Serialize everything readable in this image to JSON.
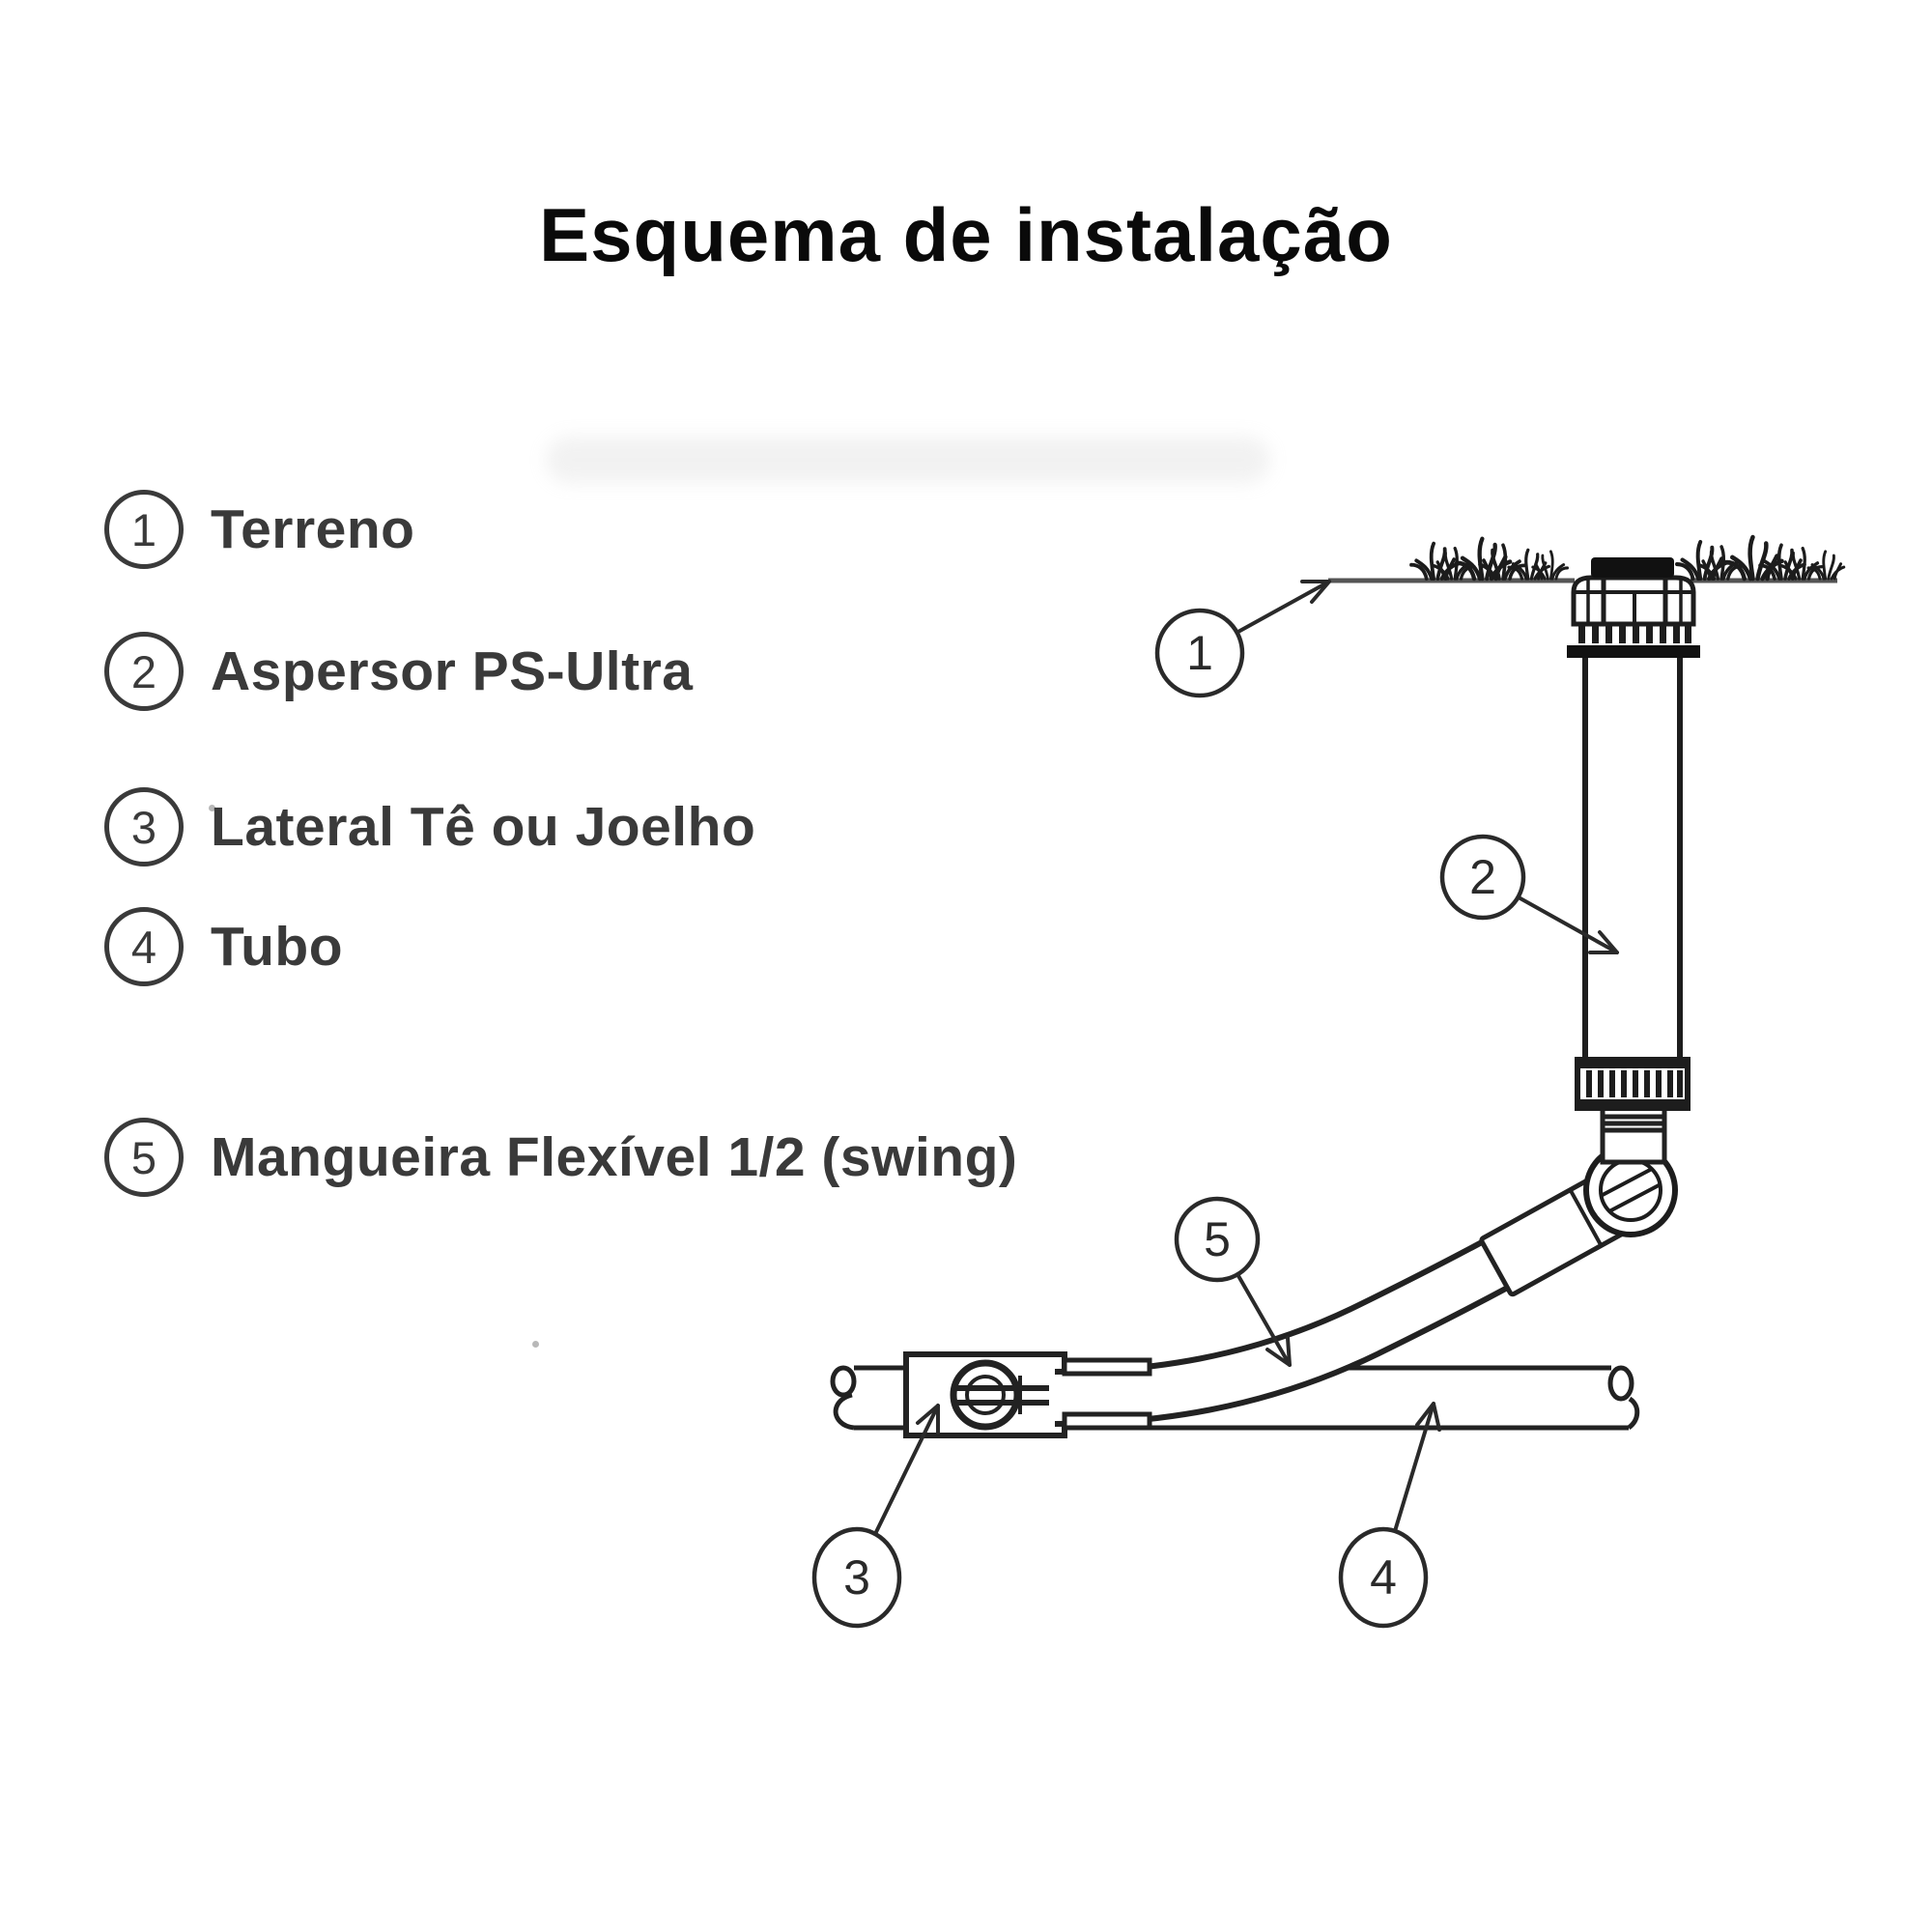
{
  "title": "Esquema de instalação",
  "legend": {
    "items": [
      {
        "number": "1",
        "label": "Terreno"
      },
      {
        "number": "2",
        "label": "Aspersor PS-Ultra"
      },
      {
        "number": "3",
        "label": "Lateral Tê ou Joelho"
      },
      {
        "number": "4",
        "label": "Tubo"
      },
      {
        "number": "5",
        "label": "Mangueira Flexível 1/2 (swing)"
      }
    ]
  },
  "diagram": {
    "callouts": [
      {
        "number": "1",
        "points_to": "ground line"
      },
      {
        "number": "2",
        "points_to": "sprinkler body"
      },
      {
        "number": "3",
        "points_to": "tee fitting"
      },
      {
        "number": "4",
        "points_to": "pipe"
      },
      {
        "number": "5",
        "points_to": "flexible hose"
      }
    ],
    "colors": {
      "linework": "#1d1d1d",
      "ground_line": "#555555",
      "legend_text": "#3a3a3a",
      "title_text": "#0a0a0a",
      "background": "#ffffff"
    }
  }
}
